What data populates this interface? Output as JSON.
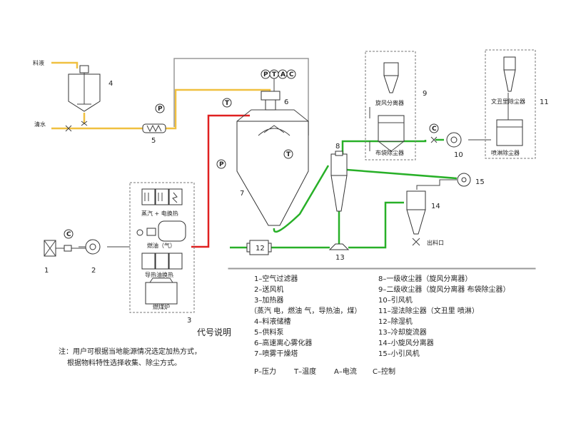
{
  "inputs": {
    "feed_liquid": "料液",
    "clean_water": "清水"
  },
  "numbers": [
    "1",
    "2",
    "3",
    "4",
    "5",
    "6",
    "7",
    "8",
    "9",
    "10",
    "11",
    "12",
    "13",
    "14",
    "15"
  ],
  "heater_units": {
    "steam_electric": "蒸汽 + 电换热",
    "fuel": "燃油（气）",
    "thermal_oil": "导热油换热",
    "coal": "燃煤炉"
  },
  "instruments": {
    "p": "P",
    "t": "T",
    "a": "A",
    "c": "C"
  },
  "dust_units": {
    "cyclone": "旋风分离器",
    "bag": "布袋除尘器",
    "venturi": "文丑里除尘器",
    "spray": "喷淋除尘器"
  },
  "outlet": "出料口",
  "caption": "代号说明",
  "legend_left": [
    "1–空气过滤器",
    "2–送风机",
    "3–加热器",
    "（蒸汽 电，燃油 气，导热油，煤）",
    "4–料液储槽",
    "5–供料泵",
    "6–高速离心雾化器",
    "7–喷雾干燥塔"
  ],
  "legend_right": [
    "8–一级收尘器（旋风分离器）",
    "9–二级收尘器（旋风分离器 布袋除尘器）",
    "10–引风机",
    "11–湿法除尘器（文丑里 喷淋）",
    "12–除湿机",
    "13–冷却旋流器",
    "14–小旋风分离器",
    "15–小引风机"
  ],
  "legend_bottom": [
    "P–压力",
    "T–温度",
    "A–电流",
    "C–控制"
  ],
  "note": [
    "注：用户可根据当地能源情况选定加热方式，",
    "根据物料特性选择收集、除尘方式。"
  ]
}
